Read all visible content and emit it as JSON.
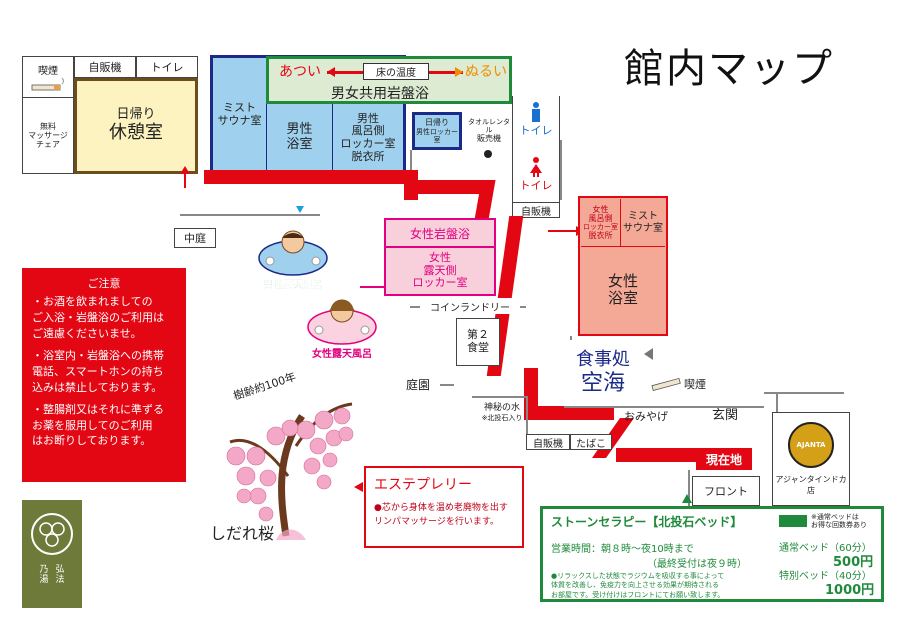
{
  "title": "館内マップ",
  "rooms": {
    "smoking_top": "喫煙",
    "vending_top": "自販機",
    "toilet_top": "トイレ",
    "massage_chair": [
      "無料",
      "マッサージ",
      "チェア"
    ],
    "rest_room": [
      "日帰り",
      "休憩室"
    ],
    "mist_sauna_male": [
      "ミスト",
      "サウナ室"
    ],
    "male_bath": [
      "男性",
      "浴室"
    ],
    "male_locker": [
      "男性",
      "風呂側",
      "ロッカー室",
      "脱衣所"
    ],
    "ganban": {
      "hot": "あつい",
      "floor_temp": "床の温度",
      "lukewarm": "ぬるい",
      "name": "男女共用岩盤浴"
    },
    "day_male_locker": [
      "日帰り",
      "男性ロッカー室"
    ],
    "towel_rental": [
      "タオルレンタル",
      "販売機"
    ],
    "toilet_male": "トイレ",
    "toilet_female": "トイレ",
    "vending_mid": "自販機",
    "courtyard": "中庭",
    "female_ganban": "女性岩盤浴",
    "female_locker": [
      "女性",
      "露天側",
      "ロッカー室"
    ],
    "coin_laundry": "コインランドリー",
    "second_dining": [
      "第２",
      "食堂"
    ],
    "female_bath_locker": [
      "女性",
      "風呂側",
      "ロッカー室",
      "脱衣所"
    ],
    "mist_sauna_female": [
      "ミスト",
      "サウナ室"
    ],
    "female_bath": [
      "女性",
      "浴室"
    ],
    "restaurant": [
      "食事処",
      "空海"
    ],
    "smoking_mid": "喫煙",
    "souvenir": "おみやげ",
    "entrance": "玄関",
    "garden": "庭園",
    "mystery_water": [
      "神秘の水",
      "※北投石入り"
    ],
    "vending_bottom": "自販機",
    "tobacco": "たばこ",
    "current_location": "現在地",
    "front": "フロント",
    "ajanta_logo": "AJANTA",
    "ajanta_store": "アジャンタインドカ店",
    "male_rotenburo": "男性露天風呂",
    "female_rotenburo": "女性露天風呂",
    "shidare_zakura": "しだれ桜",
    "tree_age": "樹齢約100年"
  },
  "notice": {
    "heading": "ご注意",
    "items": [
      "・お酒を飲まれましての\nご入浴・岩盤浴のご利用は\nご遠慮くださいませ。",
      "・浴室内・岩盤浴への携帯\n電話、スマートホンの持ち\n込みは禁止しております。",
      "・整腸剤又はそれに準ずる\nお薬を服用してのご利用\nはお断りしております。"
    ]
  },
  "esthe": {
    "name": "エステプレリー",
    "desc": "●芯から身体を温め老廃物を出す\nリンパマッサージを行います。"
  },
  "stone": {
    "name": "ストーンセラピー【北投石ベッド】",
    "note": "※通常ベッドは\nお得な回数券あり",
    "hours": "営業時間：朝８時～夜10時まで",
    "last": "（最終受付は夜９時）",
    "desc": "●リラックスした状態でラジウムを吸収する事によって\n体質を改善し、免疫力を向上させる効果が期待される\nお部屋です。受け付けはフロントにてお願い致します。",
    "normal_label": "通常ベッド（60分）",
    "normal_price": "500円",
    "special_label": "特別ベッド（40分）",
    "special_price": "1000円"
  },
  "logo": {
    "chars": [
      "乃",
      "弘",
      "湯",
      "法"
    ]
  },
  "colors": {
    "red": "#e30613",
    "navy": "#1b2a88",
    "green": "#1f8a3b",
    "pink": "#e4007f",
    "salmon": "#f4a896",
    "pale_blue": "#9fd1ee",
    "pale_yellow": "#fdf3c0",
    "brown": "#6b4d1e"
  }
}
